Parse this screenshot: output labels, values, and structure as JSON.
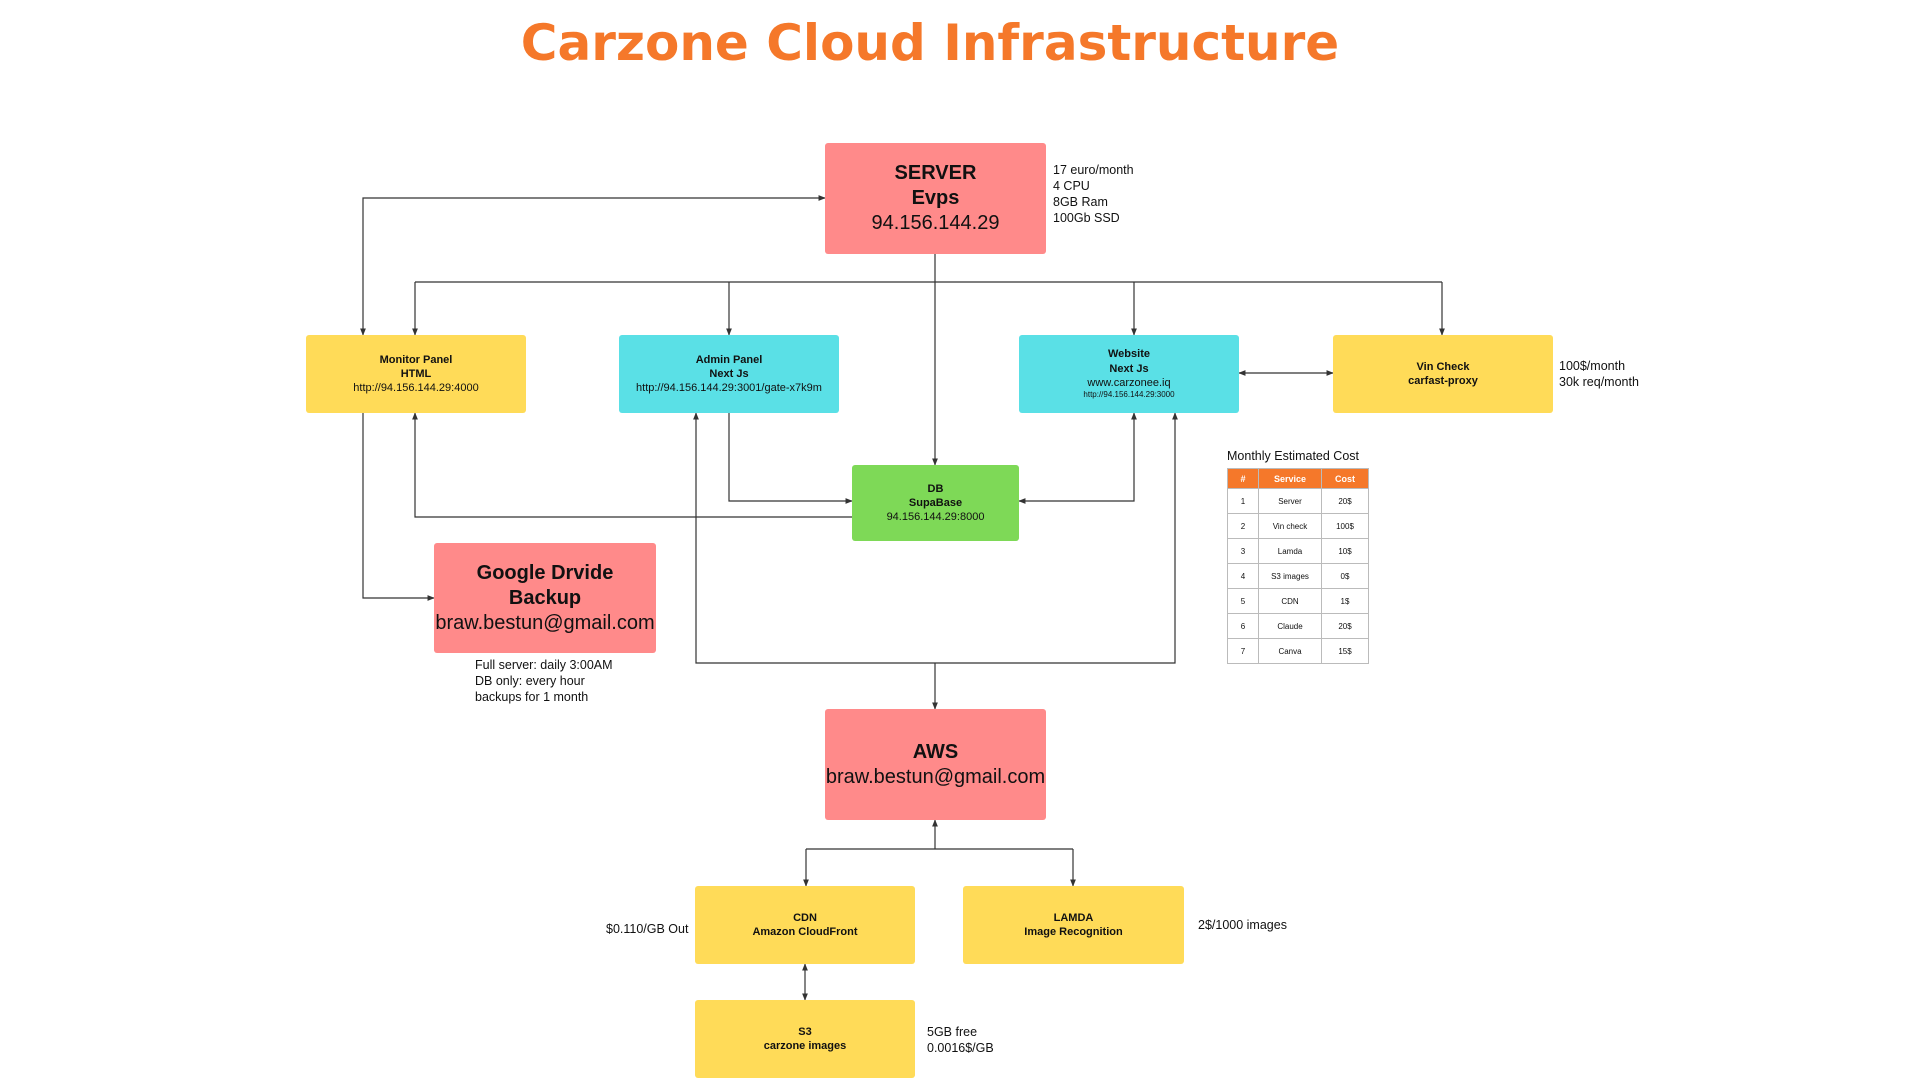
{
  "title": "Carzone Cloud Infrastructure",
  "server": {
    "line1": "SERVER",
    "line2": "Evps",
    "ip": "94.156.144.29",
    "specs": [
      "17 euro/month",
      "4 CPU",
      "8GB Ram",
      "100Gb SSD"
    ]
  },
  "monitor": {
    "line1": "Monitor Panel",
    "line2": "HTML",
    "url": "http://94.156.144.29:4000"
  },
  "admin": {
    "line1": "Admin Panel",
    "line2": "Next Js",
    "url": "http://94.156.144.29:3001/gate-x7k9m"
  },
  "website": {
    "line1": "Website",
    "line2": "Next Js",
    "domain": "www.carzonee.iq",
    "url": "http://94.156.144.29:3000"
  },
  "vin": {
    "line1": "Vin Check",
    "line2": "carfast-proxy",
    "notes": [
      "100$/month",
      "30k req/month"
    ]
  },
  "db": {
    "line1": "DB",
    "line2": "SupaBase",
    "address": "94.156.144.29:8000"
  },
  "backup": {
    "line1": "Google Drvide",
    "line2": "Backup",
    "email": "braw.bestun@gmail.com",
    "notes": [
      "Full server: daily 3:00AM",
      "DB only: every hour",
      "backups for 1 month"
    ]
  },
  "aws": {
    "line1": "AWS",
    "email": "braw.bestun@gmail.com"
  },
  "cdn": {
    "line1": "CDN",
    "line2": "Amazon CloudFront",
    "note": "$0.110/GB Out"
  },
  "lamda": {
    "line1": "LAMDA",
    "line2": "Image Recognition",
    "note": "2$/1000 images"
  },
  "s3": {
    "line1": "S3",
    "line2": "carzone images",
    "notes": [
      "5GB free",
      "0.0016$/GB"
    ]
  },
  "cost_table": {
    "title": "Monthly Estimated Cost",
    "headers": [
      "#",
      "Service",
      "Cost"
    ],
    "rows": [
      [
        "1",
        "Server",
        "20$"
      ],
      [
        "2",
        "Vin check",
        "100$"
      ],
      [
        "3",
        "Lamda",
        "10$"
      ],
      [
        "4",
        "S3 images",
        "0$"
      ],
      [
        "5",
        "CDN",
        "1$"
      ],
      [
        "6",
        "Claude",
        "20$"
      ],
      [
        "7",
        "Canva",
        "15$"
      ]
    ]
  },
  "colors": {
    "title": "#f5782a",
    "red_node": "#ff8a8a",
    "yellow_node": "#ffdb58",
    "cyan_node": "#5ae0e6",
    "green_node": "#7ed957",
    "table_header": "#f5782a"
  }
}
